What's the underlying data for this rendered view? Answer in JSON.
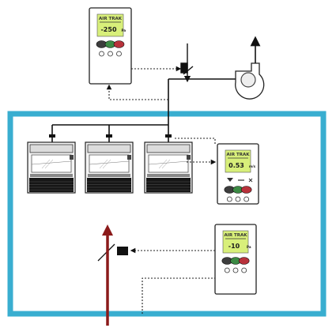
{
  "colors": {
    "room_border": "#39aed0",
    "lcd_screen": "#d8ef7a",
    "pipe": "#111111",
    "inlet_arrow": "#8b1a1a",
    "button_dark": "#3d3d3d",
    "button_green": "#3c8a44",
    "button_red": "#b8323b"
  },
  "controllers": {
    "exhaust": {
      "lcd_header": "AIR TRAK",
      "reading": "-250",
      "unit": "Pa"
    },
    "hood": {
      "lcd_header": "AIR TRAK",
      "reading": "0.53",
      "unit": "m/s"
    },
    "room": {
      "lcd_header": "AIR TRAK",
      "reading": "-10",
      "unit": "Pa"
    }
  },
  "icons": [
    "fan-icon",
    "damper-icon",
    "fume-hood-icon",
    "controller-icon",
    "airflow-arrow-icon"
  ]
}
